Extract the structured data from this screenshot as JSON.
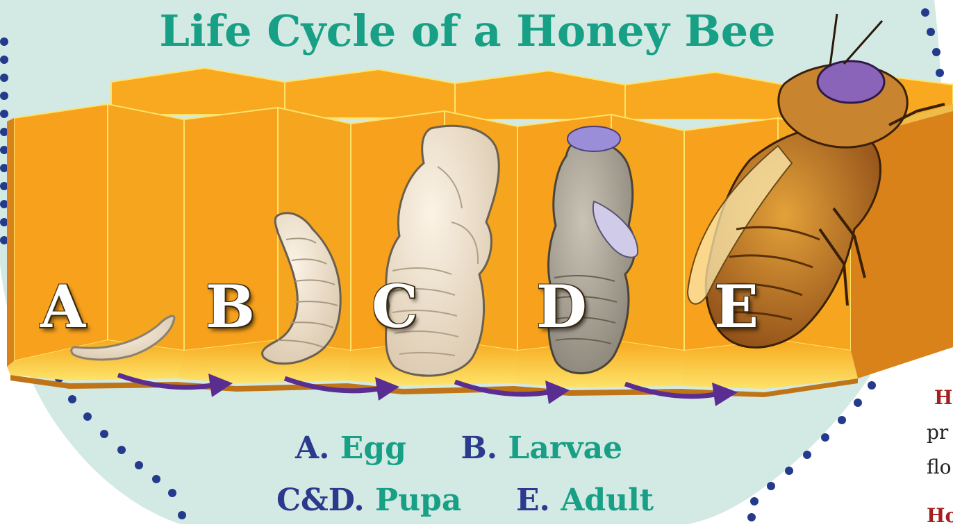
{
  "title": "Life Cycle of a Honey Bee",
  "stages": [
    {
      "letter": "A",
      "name": "Egg"
    },
    {
      "letter": "B",
      "name": "Larvae"
    },
    {
      "letter": "C",
      "name": "Pupa"
    },
    {
      "letter": "D",
      "name": "Pupa"
    },
    {
      "letter": "E",
      "name": "Adult"
    }
  ],
  "legend": {
    "row1": {
      "key1": "A.",
      "val1": "Egg",
      "key2": "B.",
      "val2": "Larvae"
    },
    "row2": {
      "key1": "C&D.",
      "val1": "Pupa",
      "key2": "E.",
      "val2": "Adult"
    }
  },
  "side_fragments": {
    "head1": "H",
    "line1": "pr",
    "line2": "flo",
    "head2": "Ho"
  },
  "colors": {
    "background_disc": "#d3e9e4",
    "dots": "#243a8c",
    "comb_orange": "#f7a51a",
    "comb_dark": "#d9821a",
    "arrow": "#5a2d91",
    "title": "#17a085"
  }
}
